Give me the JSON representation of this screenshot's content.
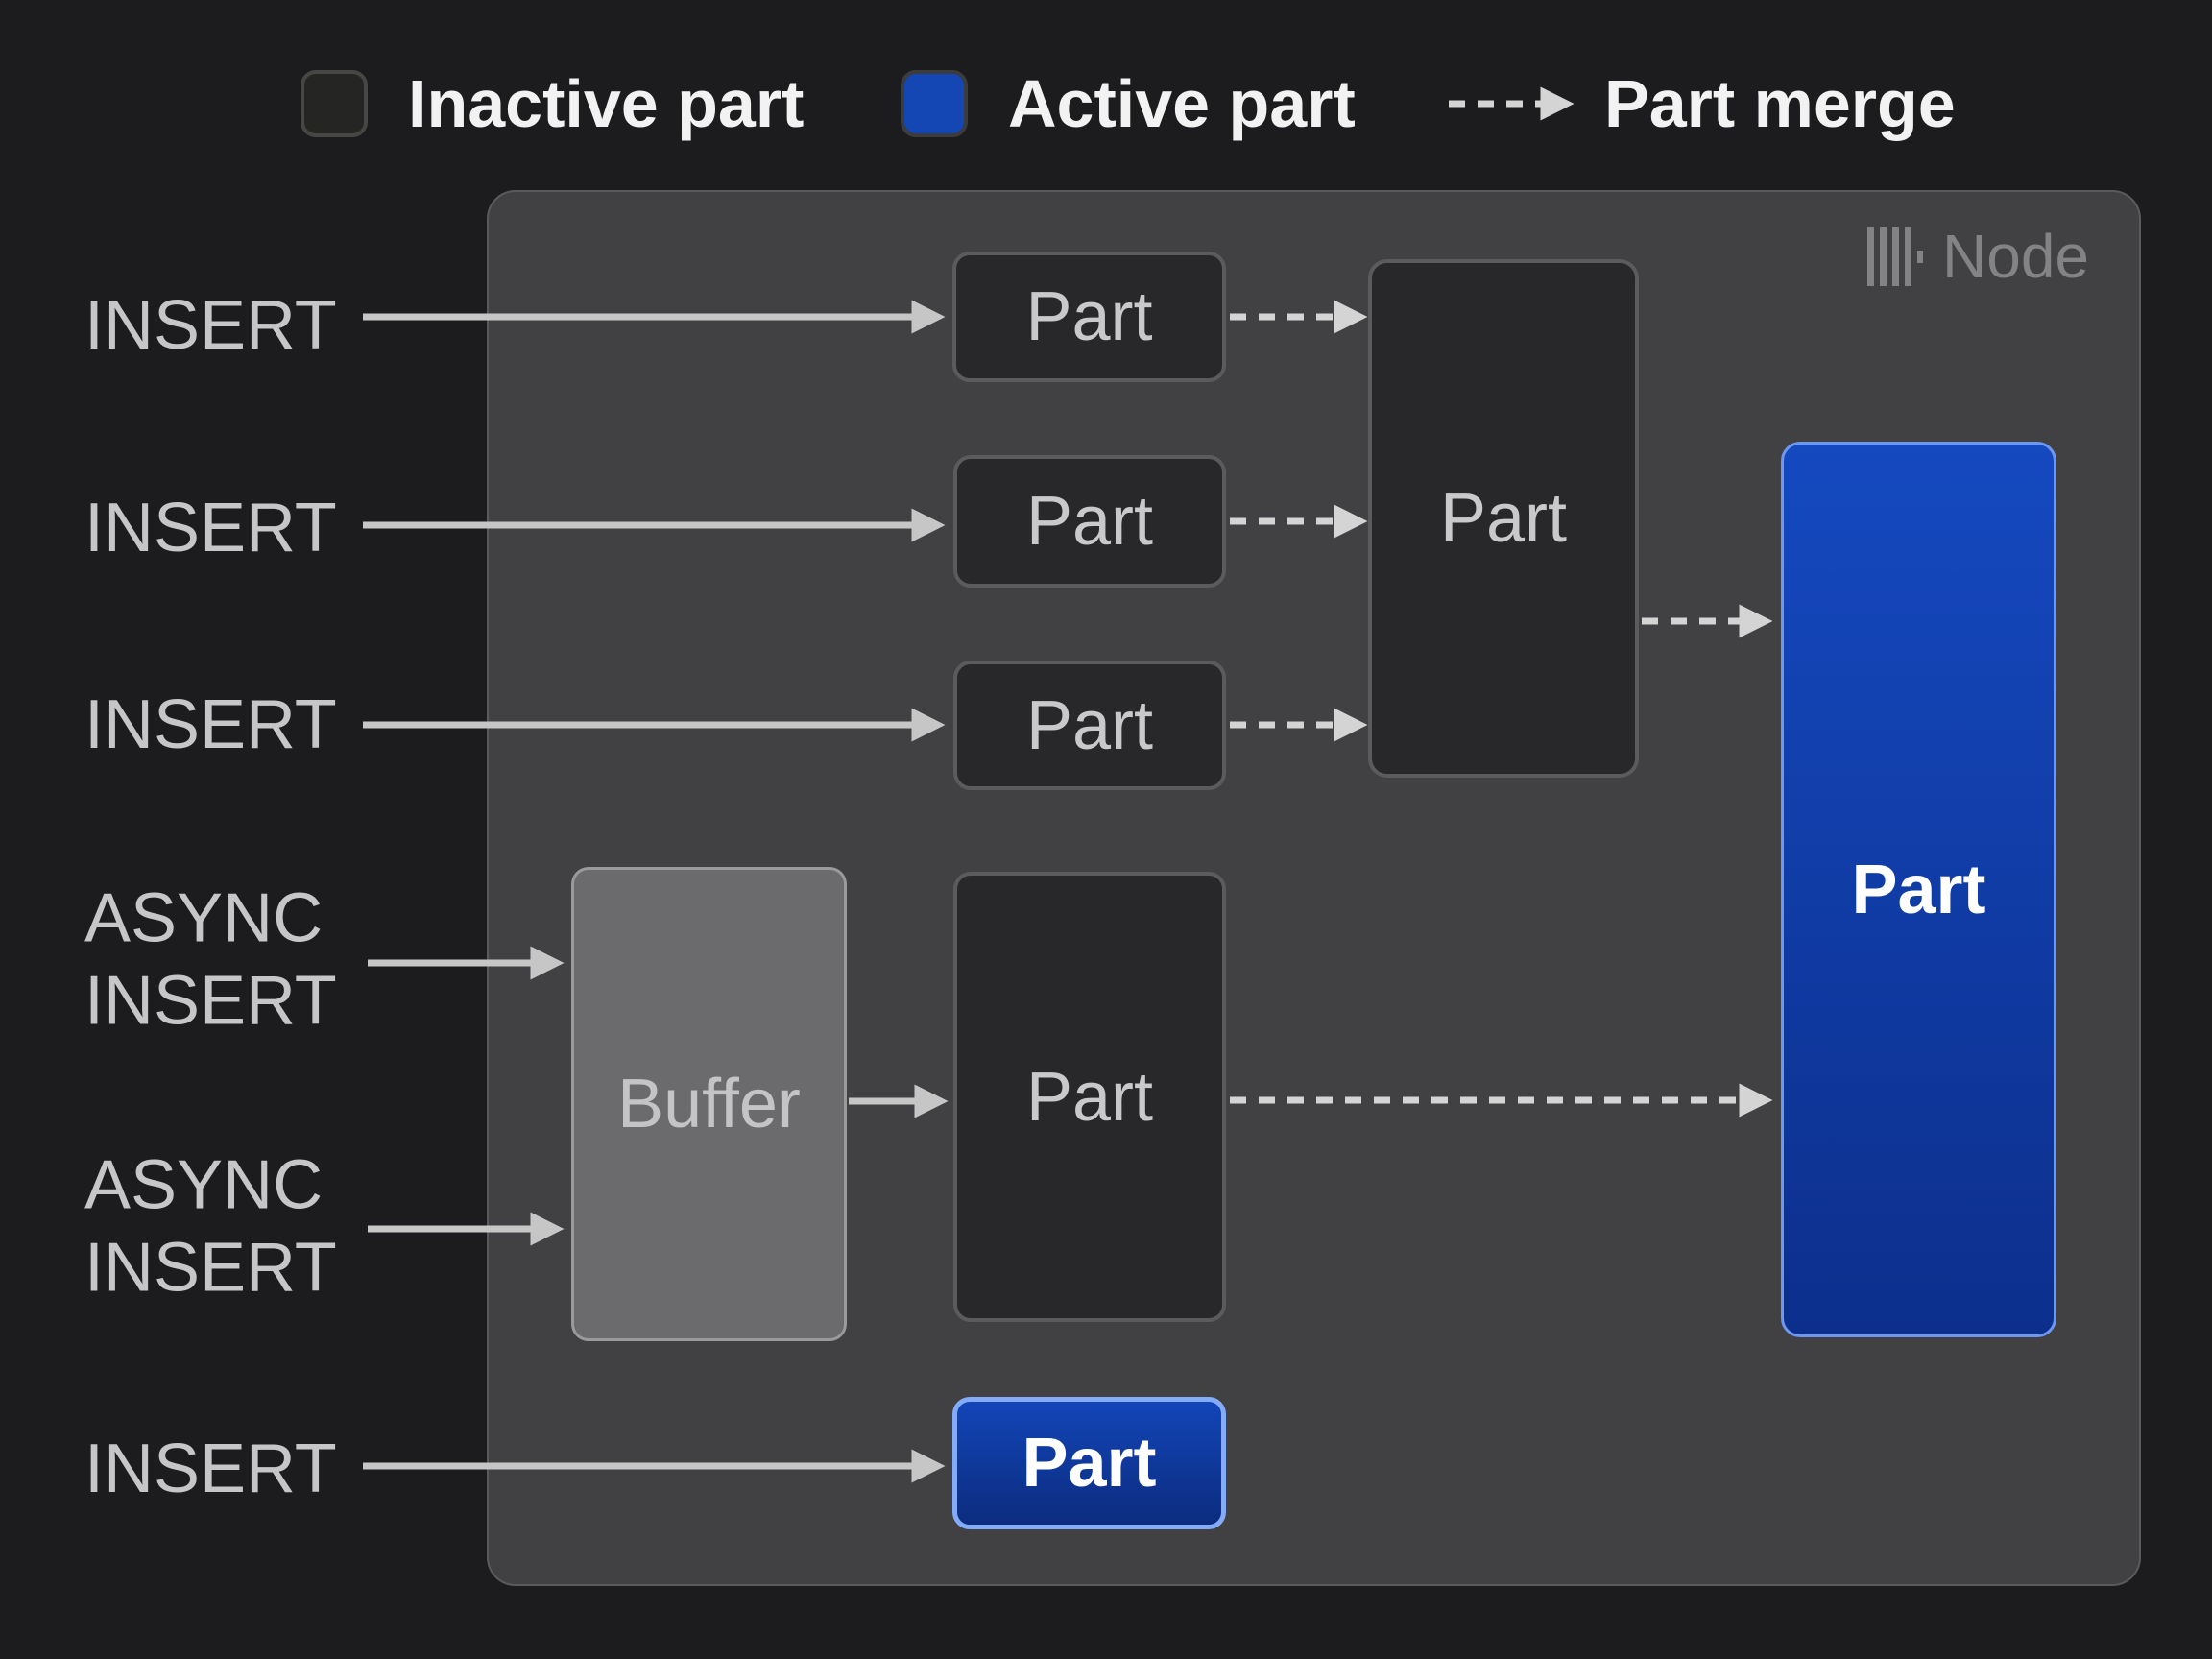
{
  "legend": {
    "items": [
      {
        "label": "Inactive part",
        "swatch": "inactive-part-swatch"
      },
      {
        "label": "Active part",
        "swatch": "active-part-swatch"
      },
      {
        "label": "Part merge",
        "swatch": "dashed-arrow-icon"
      }
    ]
  },
  "node": {
    "title": "Node",
    "icon": "clickhouse-bars-icon"
  },
  "inputs": [
    {
      "label": "INSERT"
    },
    {
      "label": "INSERT"
    },
    {
      "label": "INSERT"
    },
    {
      "label": "ASYNC INSERT"
    },
    {
      "label": "ASYNC INSERT"
    },
    {
      "label": "INSERT"
    }
  ],
  "boxes": {
    "part1": "Part",
    "part2": "Part",
    "part3": "Part",
    "merge": "Part",
    "buffer": "Buffer",
    "spill": "Part",
    "bottom": "Part",
    "active": "Part"
  },
  "colors": {
    "page_bg": "#1c1c1e",
    "node_bg": "#414143",
    "node_border": "#5a5a5c",
    "part_fill": "#28282a",
    "part_border": "#5b5b5d",
    "buffer_fill": "#6b6b6d",
    "buffer_border": "#9a9a9c",
    "blue_top": "#1549c0",
    "blue_bottom": "#0c2f8c",
    "blue_border_big": "#6f97ee",
    "blue_border_small": "#84abf7",
    "legend_blue": "#1446b4",
    "inactive_fill": "#252523",
    "inactive_border": "#474745",
    "arrow_solid": "#c6c6c6",
    "arrow_dashed": "#d4d4d4",
    "text_bright": "#f2f2f2",
    "text_label": "#c6c6c8",
    "text_box": "#c9c9cb",
    "text_node": "#838385",
    "text_white": "#ffffff"
  }
}
